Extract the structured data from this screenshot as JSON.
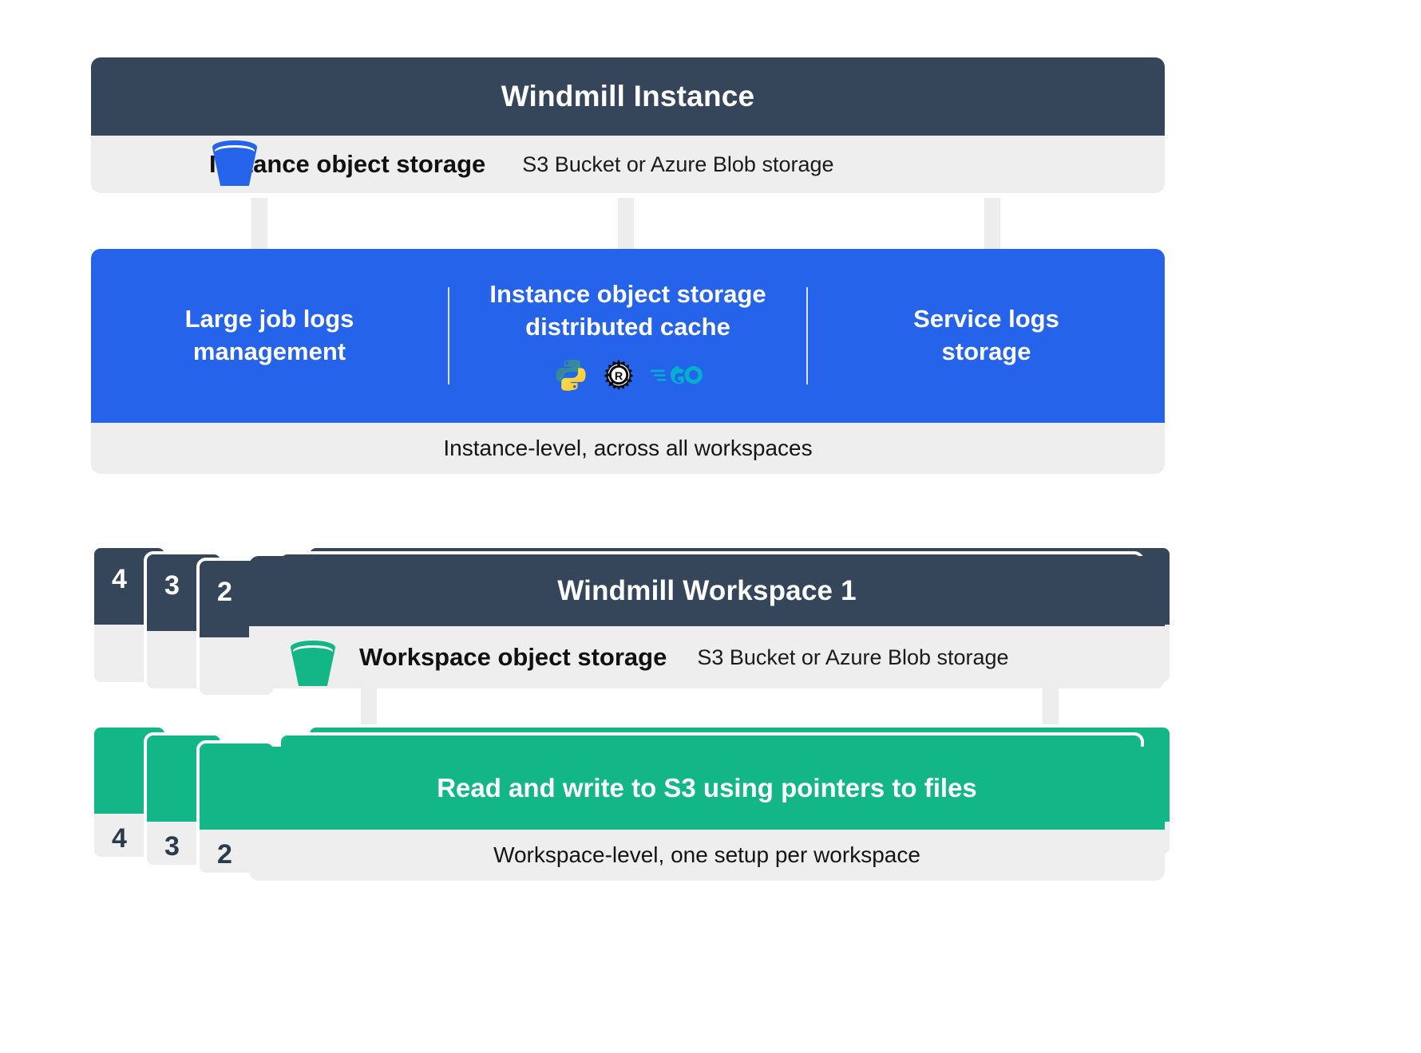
{
  "instance": {
    "title": "Windmill Instance",
    "storage_label": "Instance object storage",
    "storage_sub": "S3 Bucket or Azure Blob storage",
    "bucket_icon": "s3-bucket-icon",
    "bucket_color": "#2563eb"
  },
  "features": {
    "panel_color": "#2563eb",
    "columns": [
      {
        "title": "Large job logs\nmanagement",
        "langs": []
      },
      {
        "title": "Instance object storage\ndistributed cache",
        "langs": [
          "python-icon",
          "rust-icon",
          "go-icon"
        ]
      },
      {
        "title": "Service logs\nstorage",
        "langs": []
      }
    ],
    "footer": "Instance-level, across all workspaces"
  },
  "workspace": {
    "title": "Windmill Workspace 1",
    "storage_label": "Workspace object storage",
    "storage_sub": "S3 Bucket or Azure Blob storage",
    "bucket_icon": "s3-bucket-icon",
    "bucket_color": "#13b787",
    "stack_numbers": [
      "4",
      "3",
      "2"
    ],
    "header_color": "#36465a"
  },
  "green": {
    "title": "Read and write to S3 using pointers to files",
    "footer": "Workspace-level, one setup per workspace",
    "panel_color": "#13b787",
    "stack_numbers": [
      "4",
      "3",
      "2"
    ]
  },
  "arrows": {
    "icon": "arrow-down-icon",
    "color": "#ededed"
  }
}
